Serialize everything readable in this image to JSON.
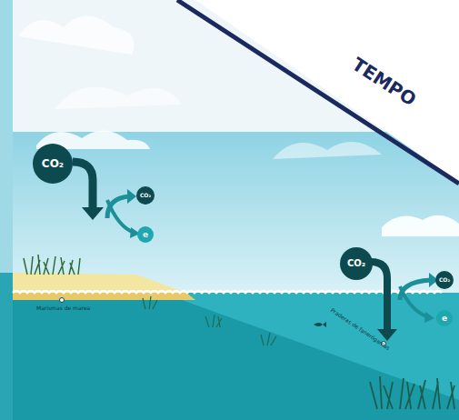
{
  "diagram": {
    "nodes": [
      {
        "text": [
          "CO₂"
        ]
      },
      {
        "text": [
          "CO₂"
        ]
      },
      {
        "text": [
          "e"
        ]
      },
      {
        "text": [
          "CO₂"
        ]
      },
      {
        "text": [
          "CO₂"
        ]
      },
      {
        "text": [
          "e"
        ]
      }
    ],
    "labels": [
      "TEMPO",
      "Marismas de marea",
      "Praderas de fanerógamas"
    ]
  }
}
